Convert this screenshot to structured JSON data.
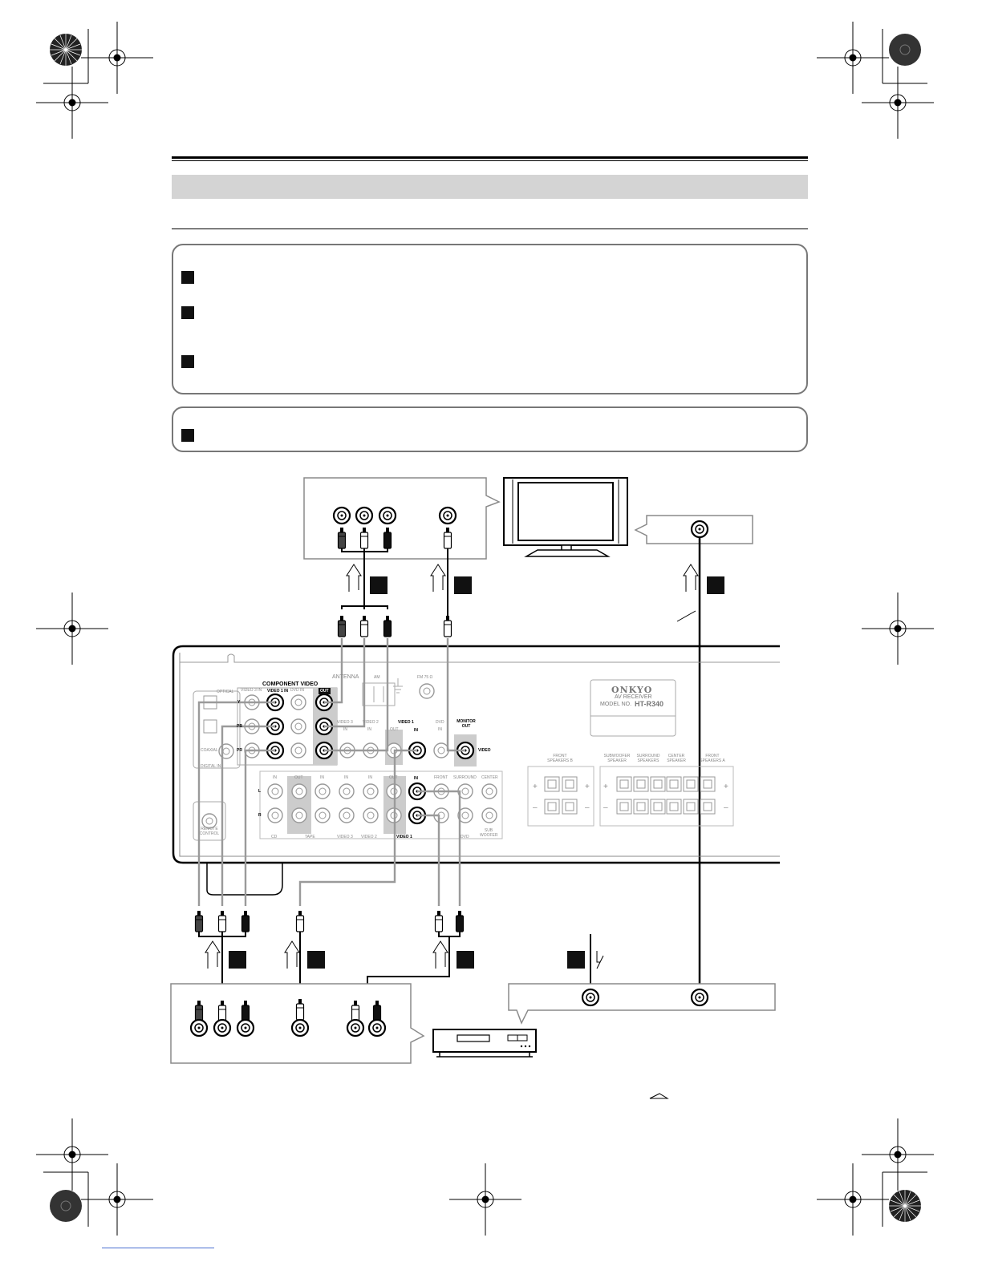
{
  "receiver": {
    "labels": {
      "component_video": "COMPONENT VIDEO",
      "video1_in": "VIDEO 1 IN",
      "video3_in": "VIDEO 3 IN",
      "dvd_in": "DVD IN",
      "out": "OUT",
      "video1": "VIDEO 1",
      "video2": "VIDEO 2",
      "video3": "VIDEO 3",
      "dvd": "DVD",
      "monitor_out": "MONITOR OUT",
      "video": "VIDEO",
      "in": "IN",
      "y": "Y",
      "pb": "PB",
      "pr": "PR",
      "l": "L",
      "r": "R",
      "cd": "CD",
      "tape": "TAPE",
      "digital_in": "DIGITAL IN",
      "optical": "OPTICAL",
      "coaxial": "COAXIAL",
      "antenna": "ANTENNA",
      "am": "AM",
      "fm": "FM 75 Ω",
      "front": "FRONT",
      "surround": "SURROUND",
      "center": "CENTER",
      "subwoofer": "SUB WOOFER",
      "remote_control": "REMOTE CONTROL",
      "front_speakers_b": "FRONT SPEAKERS B",
      "front_speakers_a": "FRONT SPEAKERS A",
      "subwoofer_speaker": "SUBWOOFER SPEAKER",
      "surround_speakers": "SURROUND SPEAKERS",
      "center_speaker": "CENTER SPEAKER"
    },
    "brand": "ONKYO",
    "model_line1": "AV RECEIVER",
    "model_line2": "MODEL NO.",
    "model_number": "HT-R340"
  },
  "colors": {
    "cable": "#111111",
    "cable_gray": "#9a9a9a",
    "panel_stroke": "#8a8a8a",
    "box_stroke": "#777777",
    "band": "#d4d4d4"
  }
}
